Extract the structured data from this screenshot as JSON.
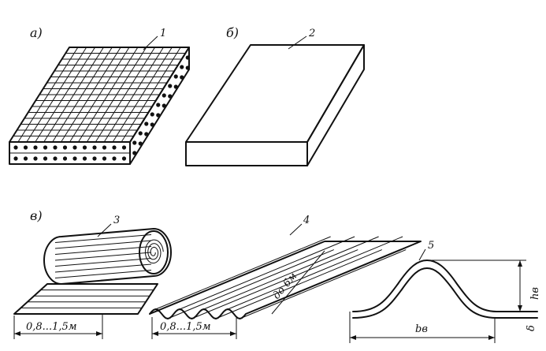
{
  "figure": {
    "panels": [
      {
        "letter": "а)",
        "item": "1"
      },
      {
        "letter": "б)",
        "item": "2"
      },
      {
        "letter": "в)",
        "items": [
          "3",
          "4",
          "5"
        ]
      }
    ],
    "dimensions": {
      "roll_width": "0,8...1,5м",
      "sheet_width": "0,8...1,5м",
      "sheet_length": "до 6м",
      "profile_height": "hв",
      "profile_width": "bв",
      "profile_thickness": "δ"
    }
  }
}
